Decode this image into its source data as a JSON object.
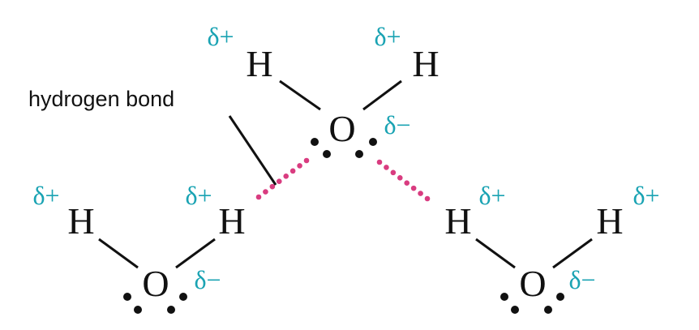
{
  "label": "hydrogen bond",
  "atoms": {
    "hydrogen": "H",
    "oxygen": "O"
  },
  "charges": {
    "positive": "δ+",
    "negative": "δ−"
  },
  "colors": {
    "charge": "#1aa3b3",
    "hydrogen_bond": "#d93c80",
    "atom": "#111111"
  }
}
